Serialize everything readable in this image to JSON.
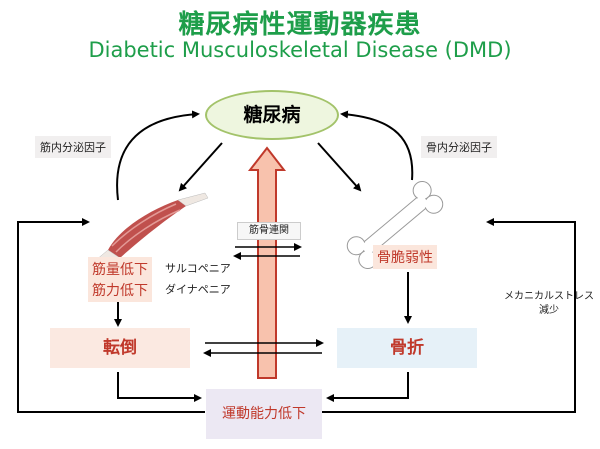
{
  "title_jp": "糖尿病性運動器疾患",
  "title_en": "Diabetic Musculoskeletal Disease (DMD)",
  "center": "糖尿病",
  "muscle_factor": "筋内分泌因子",
  "bone_factor": "骨内分泌因子",
  "link": "筋骨連関",
  "muscle_mass": "筋量低下",
  "muscle_strength": "筋力低下",
  "sarcopenia": "サルコペニア",
  "dynapenia": "ダイナペニア",
  "bone_fragility": "骨脆弱性",
  "fall": "転倒",
  "fracture": "骨折",
  "mobility_decline": "運動能力低下",
  "mech_stress_line1": "メカニカルストレス",
  "mech_stress_line2": "減少",
  "colors": {
    "title": "#1e9e4a",
    "accent_red": "#c0392b",
    "ellipse_border": "#a3c36a",
    "big_arrow_fill": "#f8c2ad",
    "big_arrow_stroke": "#c0392b"
  }
}
